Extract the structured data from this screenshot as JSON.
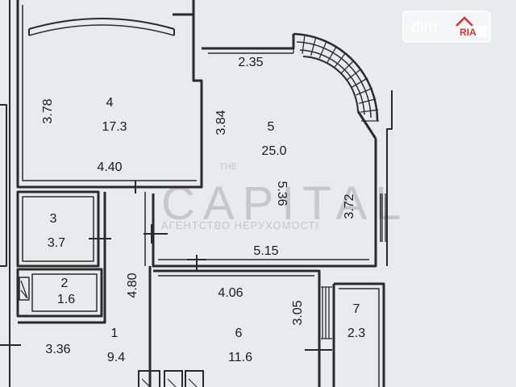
{
  "rooms": [
    {
      "id": "4",
      "area": "17.3"
    },
    {
      "id": "5",
      "area": "25.0"
    },
    {
      "id": "3",
      "area": "3.7"
    },
    {
      "id": "2",
      "area": "1.6"
    },
    {
      "id": "1",
      "area": "9.4"
    },
    {
      "id": "6",
      "area": "11.6"
    },
    {
      "id": "7",
      "area": "2.3"
    }
  ],
  "dimensions": {
    "room4_height": "3.78",
    "room4_width": "4.40",
    "room5_left": "3.84",
    "room5_top": "2.35",
    "room5_inner": "5.36",
    "room5_right": "3.72",
    "room5_bottom": "5.15",
    "corridor_length": "4.80",
    "room6_width": "4.06",
    "room6_height": "3.05",
    "room1_width": "3.36"
  },
  "watermark": {
    "brand": "CAPITAL",
    "tagline": "АГЕНТСТВО НЕРУХОМОСТІ",
    "small": "THE"
  },
  "badge": {
    "left": "dim",
    "right": "RIA",
    "color": "#e2302c"
  },
  "colors": {
    "background": "#e9eaed",
    "wall": "#2a2a2a"
  }
}
